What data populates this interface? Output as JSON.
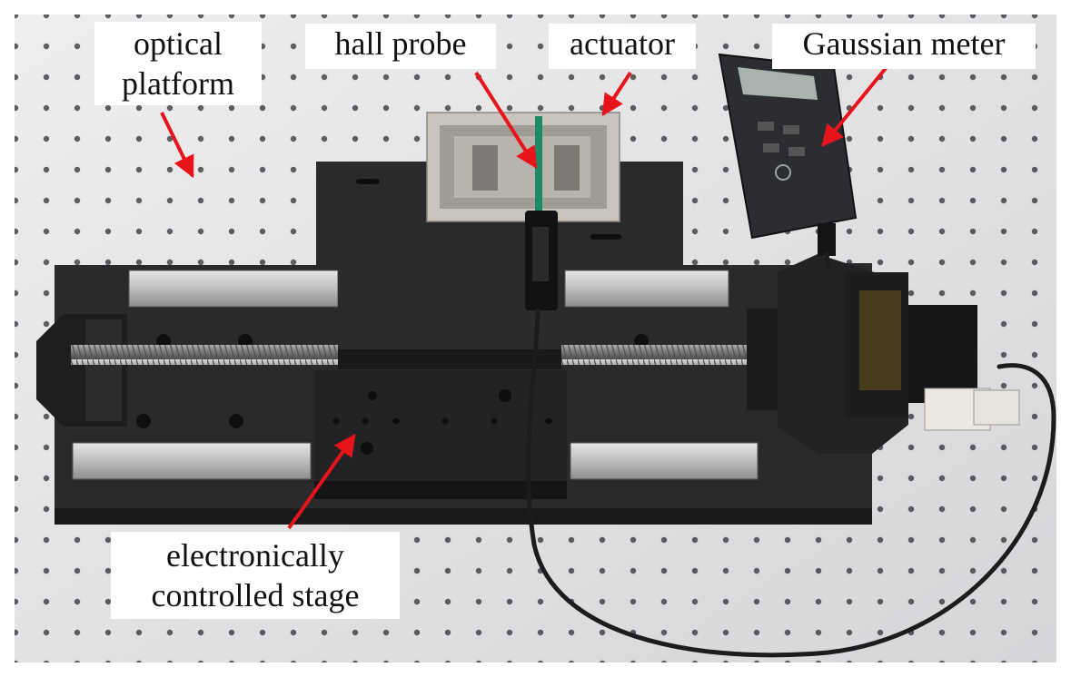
{
  "labels": {
    "optical_platform": [
      "optical",
      "platform"
    ],
    "hall_probe": "hall probe",
    "actuator": "actuator",
    "gaussian_meter": "Gaussian meter",
    "stage": [
      "electronically",
      "controlled stage"
    ]
  },
  "colors": {
    "arrow": "#e8141b",
    "table": "#e3e3e5",
    "table_hole": "#2a2a2d",
    "stage_dark": "#242427",
    "rail_metal": "#cfcfcf",
    "meter_body": "#2b2d30",
    "meter_screen": "#a9b3ad",
    "cable": "#1c1c1e"
  },
  "icons": {
    "arrow": "red-arrow",
    "meter_logo": "globe-logo-icon"
  }
}
